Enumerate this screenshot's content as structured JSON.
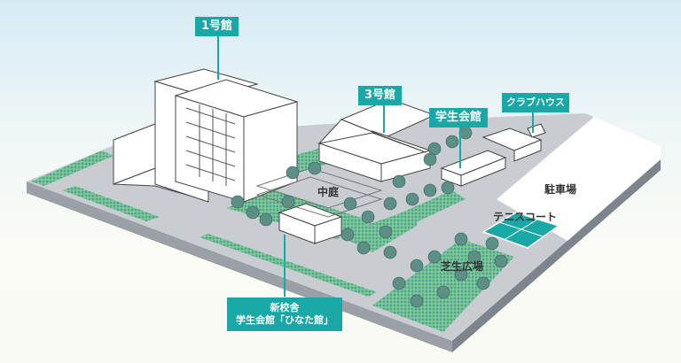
{
  "labels": {
    "building1": "1号館",
    "building3": "3号館",
    "student_hall": "学生会館",
    "club_house": "クラブハウス",
    "new_building_line1": "新校舎",
    "new_building_line2": "学生会館「ひなた館」"
  },
  "areas": {
    "parking": "駐車場",
    "courtyard": "中庭",
    "tennis": "テニスコート",
    "lawn": "芝生広場"
  },
  "colors": {
    "accent": "#1aa8a6",
    "ground": "#c9cdd1",
    "lawn": "#5fae86"
  }
}
